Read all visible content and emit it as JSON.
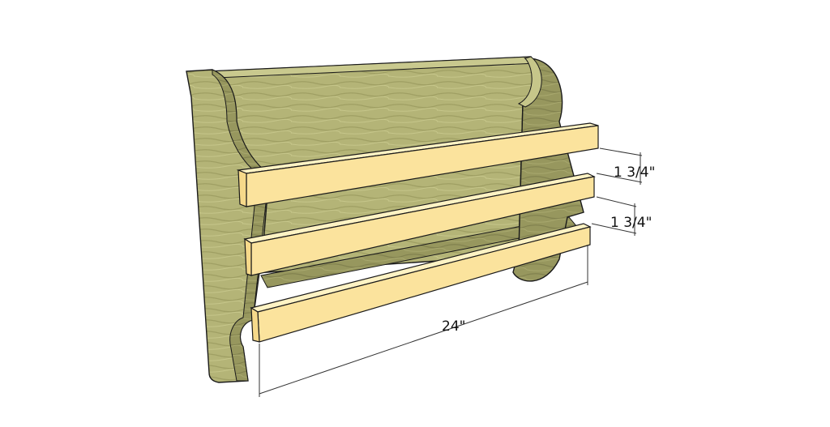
{
  "diagram": {
    "colors": {
      "background": "#ffffff",
      "wood_dark": "#b7b77a",
      "wood_dark_shade": "#8e8e5a",
      "wood_front_face": "#a6a56c",
      "slat_front": "#fbe39d",
      "slat_top": "#fff3c4",
      "slat_end": "#f6d98a",
      "outline": "#1a1a1a",
      "dimension_line": "#333333"
    },
    "dimensions": {
      "slat_spacing_top": "1 3/4\"",
      "slat_spacing_bottom": "1 3/4\"",
      "overall_length": "24\""
    }
  }
}
